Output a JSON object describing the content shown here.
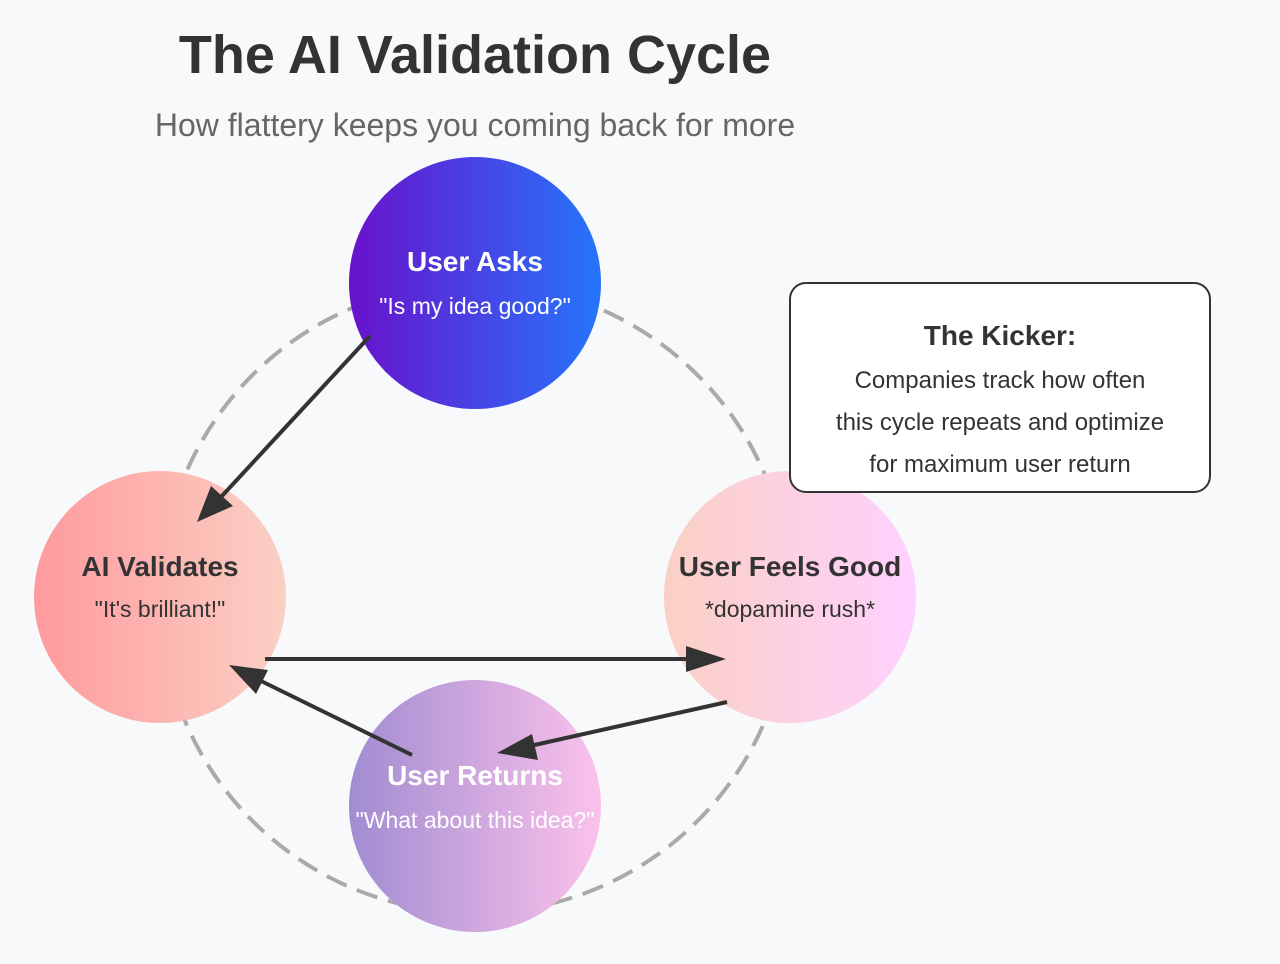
{
  "header": {
    "title": "The AI Validation Cycle",
    "subtitle": "How flattery keeps you coming back for more"
  },
  "nodes": {
    "user_asks": {
      "title": "User Asks",
      "subtitle": "\"Is my idea good?\""
    },
    "ai_validates": {
      "title": "AI Validates",
      "subtitle": "\"It's brilliant!\""
    },
    "user_feels_good": {
      "title": "User Feels Good",
      "subtitle": "*dopamine rush*"
    },
    "user_returns": {
      "title": "User Returns",
      "subtitle": "\"What about this idea?\""
    }
  },
  "note": {
    "title": "The Kicker:",
    "lines": [
      "Companies track how often",
      "this cycle repeats and optimize",
      "for maximum user return"
    ]
  },
  "colors": {
    "user_asks_gradient": [
      "#6a11cb",
      "#2575fc"
    ],
    "ai_validates_gradient": [
      "#ff9a9e",
      "#fad0c4"
    ],
    "user_feels_good_gradient": [
      "#fad0c4",
      "#ffd1ff"
    ],
    "user_returns_gradient": [
      "#a18cd1",
      "#fbc2eb"
    ],
    "arrow": "#333333",
    "cycle_ring": "#aaaaaa",
    "background": "#f8f9fa"
  }
}
